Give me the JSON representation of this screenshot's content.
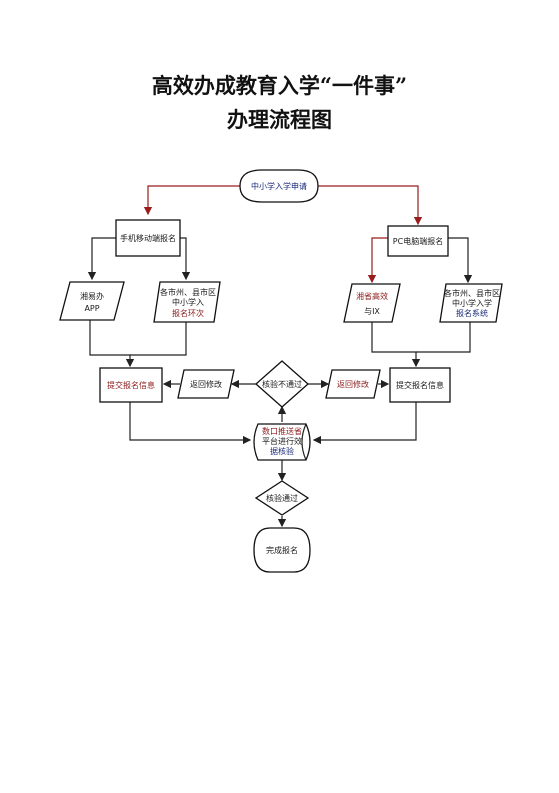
{
  "header": {
    "title_line1": "高效办成教育入学“一件事”",
    "title_line2": "办理流程图"
  },
  "nodes": {
    "start": "中小学入学申请",
    "mobile": "手机移动端报名",
    "pc": "PC电脑端报名",
    "app_line1": "湘易办",
    "app_line2": "APP",
    "local_left_line1": "各市州、县市区",
    "local_left_line2": "中小学入",
    "local_left_line3": "报名环次",
    "hunan_line1": "湘省高效",
    "hunan_line2": "与IX",
    "local_right_line1": "各市州、县市区",
    "local_right_line2": "中小学入学",
    "local_right_line3": "报名系统",
    "submit_left": "提交报名信息",
    "return_left": "返回修改",
    "check_fail": "核验不通过",
    "return_right": "返回修改",
    "submit_right": "提交报名信息",
    "verify_line1": "数口推送省",
    "verify_line2": "平台进行效",
    "verify_line3": "据核验",
    "check_pass": "核验通过",
    "finish": "完成报名"
  }
}
